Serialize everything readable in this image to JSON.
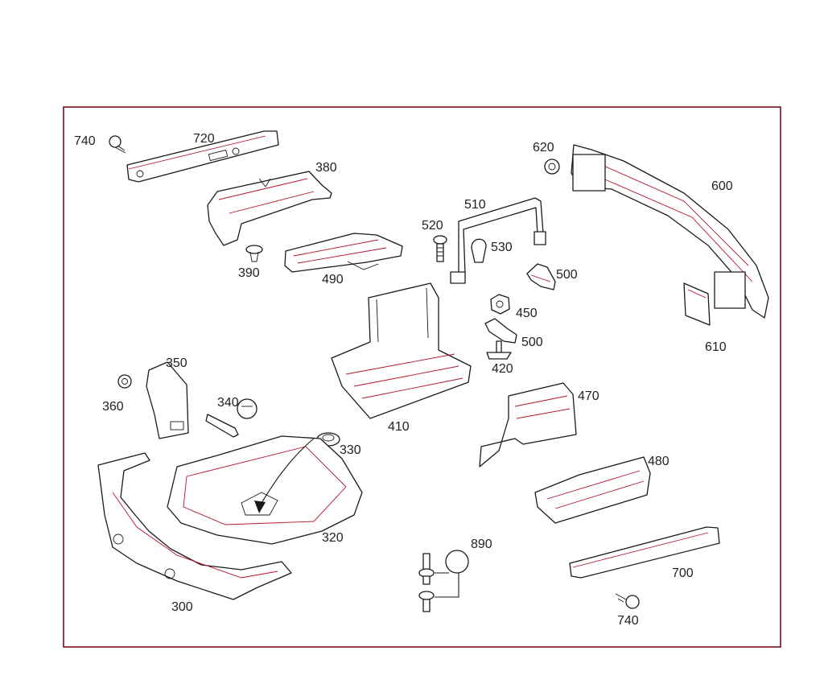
{
  "diagram": {
    "colors": {
      "frame": "#7a0f1c",
      "line": "#1a1a1a",
      "accent": "#b3122a"
    },
    "callouts": {
      "c740a": "740",
      "c720": "720",
      "c380": "380",
      "c390": "390",
      "c490": "490",
      "c520": "520",
      "c510": "510",
      "c530": "530",
      "c500a": "500",
      "c620": "620",
      "c600": "600",
      "c610": "610",
      "c450": "450",
      "c500b": "500",
      "c420": "420",
      "c410": "410",
      "c350": "350",
      "c360": "360",
      "c340": "340",
      "c330": "330",
      "c320": "320",
      "c300": "300",
      "c470": "470",
      "c480": "480",
      "c890": "890",
      "c700": "700",
      "c740b": "740"
    }
  }
}
